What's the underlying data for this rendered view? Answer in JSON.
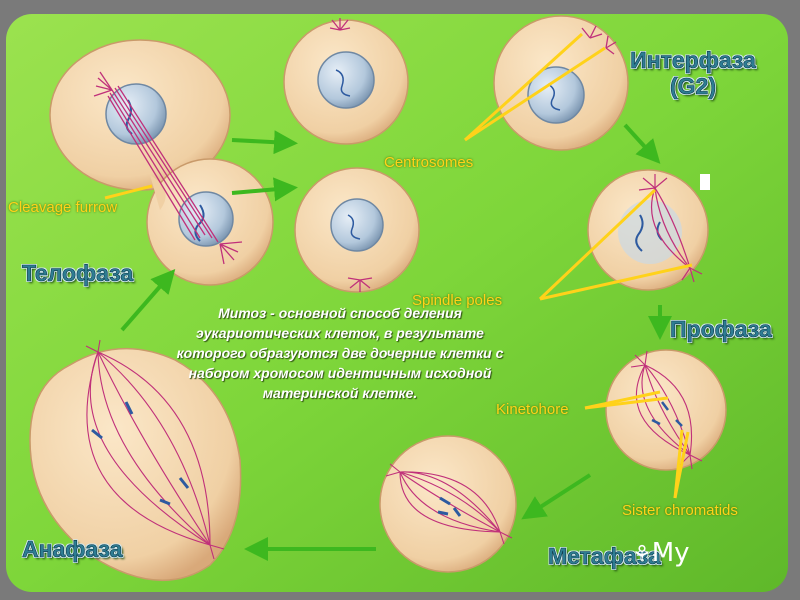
{
  "labels": {
    "cleavage_furrow": "Cleavage furrow",
    "centrosomes": "Centrosomes",
    "spindle_poles": "Spindle poles",
    "kinetohore": "Kinetohore",
    "sister_chromatids": "Sister chromatids"
  },
  "phases": {
    "interphase": "Интерфаза (G2)",
    "prophase": "Профаза",
    "metaphase": "Метафаза",
    "anaphase": "Анафаза",
    "telophase": "Телофаза"
  },
  "description": "Митоз - основной способ деления эукариотических клеток, в результате которого образуются две дочерние клетки с набором хромосом идентичным исходной материнской клетке.",
  "brand": "My",
  "colors": {
    "background_green": "#7ed63a",
    "cell_fill": "#f2d7b0",
    "nucleus": "#b8cde0",
    "spindle": "#c0307a",
    "chromosome": "#2d5aa0",
    "arrow": "#3db81f",
    "label_yellow": "#ffd21a",
    "phase_text": "#2e7d93"
  }
}
